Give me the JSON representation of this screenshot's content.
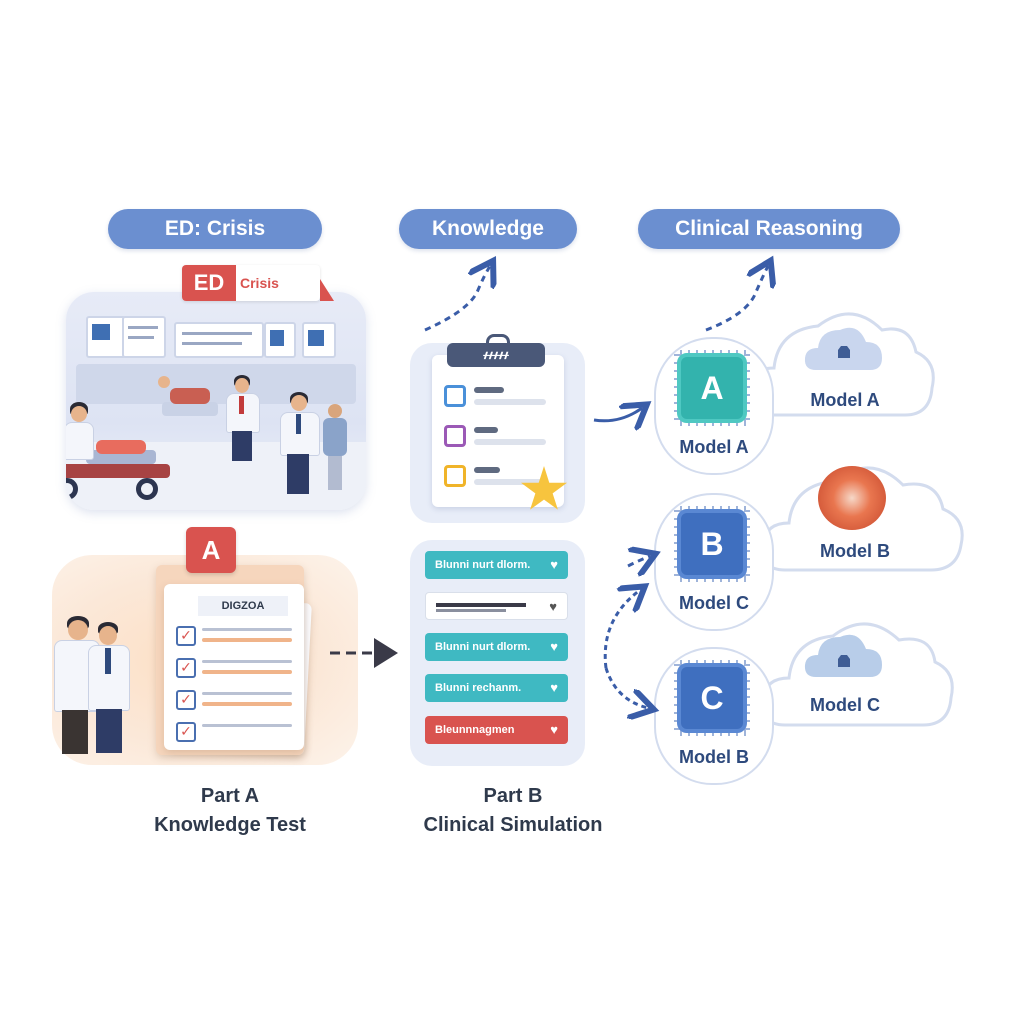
{
  "headers": {
    "ed_crisis": "ED: Crisis",
    "knowledge": "Knowledge",
    "clinical_reasoning": "Clinical Reasoning"
  },
  "ed_scene": {
    "tag_badge": "ED",
    "tag_text": "Crisis"
  },
  "part_a": {
    "badge": "A",
    "paper_title": "DIGZOA",
    "line1": "Part A",
    "line2": "Knowledge Test"
  },
  "part_b": {
    "line1": "Part B",
    "line2": "Clinical Simulation",
    "clipboard_title": "ᚋᚋᚋᚋᚋ",
    "sim_rows": [
      {
        "label": "Blunni nurt dlorm.",
        "style": "teal"
      },
      {
        "label": "",
        "style": "white"
      },
      {
        "label": "Blunni nurt dlorm.",
        "style": "teal"
      },
      {
        "label": "Blunni rechanm.",
        "style": "teal"
      },
      {
        "label": "Bleunnnagmen",
        "style": "red"
      }
    ]
  },
  "models": [
    {
      "chip": "A",
      "chip_label": "Model A",
      "cloud_label": "Model A"
    },
    {
      "chip": "B",
      "chip_label": "Model C",
      "cloud_label": "Model B"
    },
    {
      "chip": "C",
      "chip_label": "Model B",
      "cloud_label": "Model C"
    }
  ],
  "colors": {
    "header_pill": "#6b8fd0",
    "accent_red": "#d9534f",
    "teal": "#3fb9c2",
    "navy": "#2e4a7d",
    "arrow": "#3a5da8"
  }
}
